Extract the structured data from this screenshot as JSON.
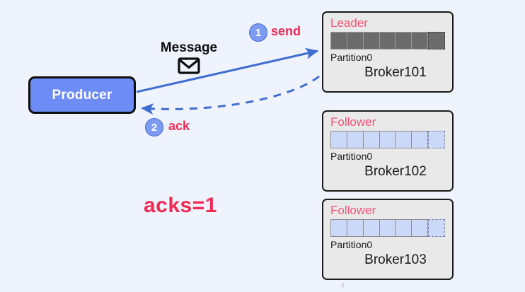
{
  "slide": {
    "background_color": "#eff3fd",
    "number": "4",
    "title_text": "acks=1"
  },
  "producer": {
    "label": "Producer",
    "fill_color": "#6d8cf5",
    "border_color": "#0d0d0d",
    "text_color": "#ffffff"
  },
  "message": {
    "label": "Message",
    "icon": "envelope-icon"
  },
  "steps": [
    {
      "number": "1",
      "label": "send",
      "badge_color": "#7d9bf2",
      "label_color": "#ef2a53",
      "arrow_style": "solid"
    },
    {
      "number": "2",
      "label": "ack",
      "badge_color": "#7d9bf2",
      "label_color": "#ef2a53",
      "arrow_style": "dashed"
    }
  ],
  "arrows": {
    "send_color": "#3f6ed0",
    "ack_color": "#3f6ed0"
  },
  "brokers": [
    {
      "role": "Leader",
      "role_color": "#f4547a",
      "partition": "Partition0",
      "name": "Broker101",
      "cell_style": "dark",
      "filled_cells": 6,
      "empty_cells": 1
    },
    {
      "role": "Follower",
      "role_color": "#f4547a",
      "partition": "Partition0",
      "name": "Broker102",
      "cell_style": "blue",
      "filled_cells": 6,
      "empty_cells": 1
    },
    {
      "role": "Follower",
      "role_color": "#f4547a",
      "partition": "Partition0",
      "name": "Broker103",
      "cell_style": "blue",
      "filled_cells": 6,
      "empty_cells": 1
    }
  ]
}
